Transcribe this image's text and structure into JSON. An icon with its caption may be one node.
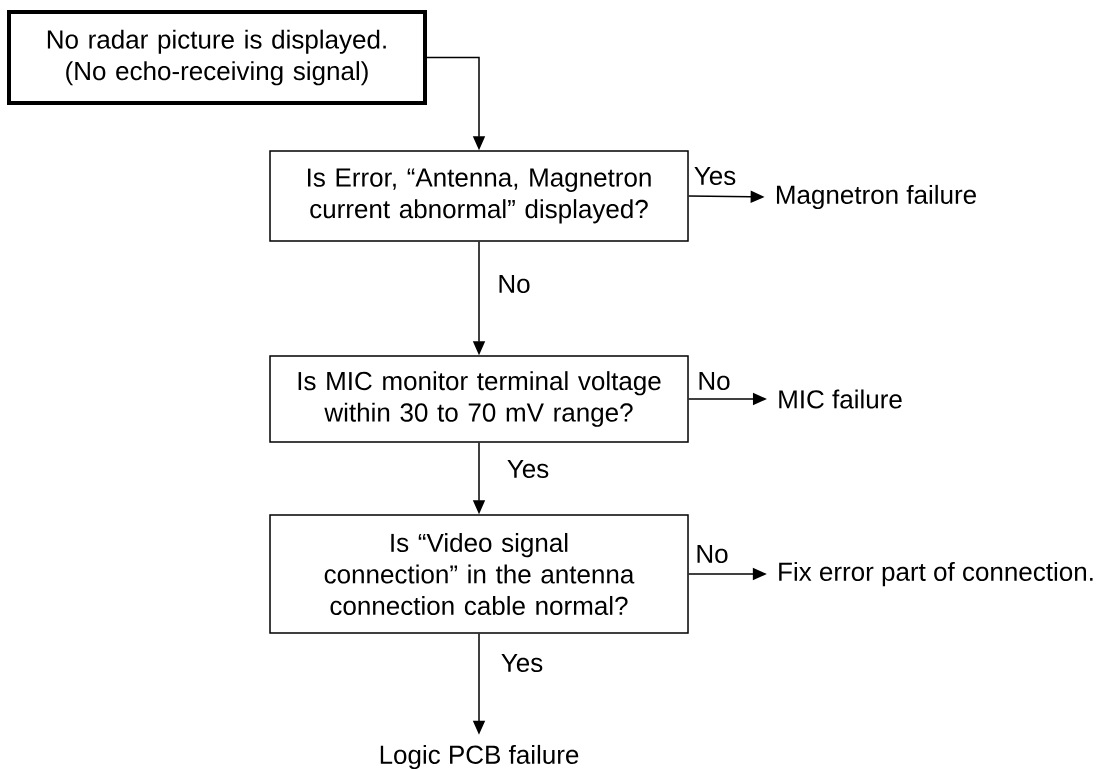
{
  "diagram": {
    "nodes": [
      {
        "text": [
          "No radar picture is displayed. (No echo-receiving signal)"
        ]
      },
      {
        "text": [
          "Is Error, “Antenna, Magnetron current abnormal” displayed?"
        ]
      },
      {
        "text": [
          "Magnetron failure"
        ]
      },
      {
        "text": [
          "Is MIC monitor terminal voltage within 30 to 70 mV range?"
        ]
      },
      {
        "text": [
          "MIC failure"
        ]
      },
      {
        "text": [
          "Is “Video signal connection” in the antenna connection cable normal?"
        ]
      },
      {
        "text": [
          "Fix error part of connection."
        ]
      },
      {
        "text": [
          "Logic PCB failure"
        ]
      }
    ],
    "edges": [
      {
        "from": 0,
        "to": 1,
        "arrow": "to"
      },
      {
        "from": 1,
        "to": 2,
        "arrow": "to",
        "label": "Yes"
      },
      {
        "from": 1,
        "to": 3,
        "arrow": "to",
        "label": "No"
      },
      {
        "from": 3,
        "to": 4,
        "arrow": "to",
        "label": "No"
      },
      {
        "from": 3,
        "to": 5,
        "arrow": "to",
        "label": "Yes"
      },
      {
        "from": 5,
        "to": 6,
        "arrow": "to",
        "label": "No"
      },
      {
        "from": 5,
        "to": 7,
        "arrow": "to",
        "label": "Yes"
      }
    ]
  }
}
